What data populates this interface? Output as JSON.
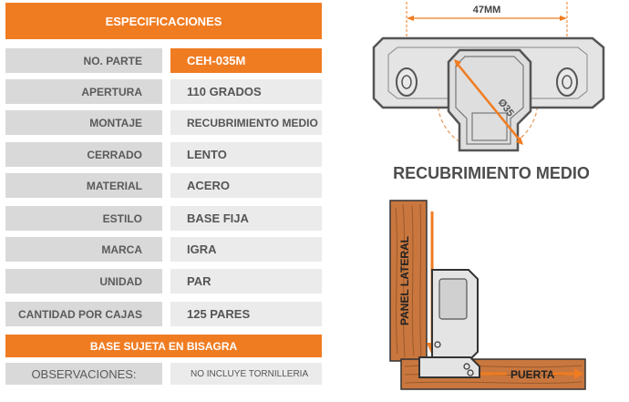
{
  "spec_table": {
    "header": "ESPECIFICACIONES",
    "rows": [
      {
        "label": "NO. PARTE",
        "value": "CEH-035M"
      },
      {
        "label": "APERTURA",
        "value": "110 GRADOS"
      },
      {
        "label": "MONTAJE",
        "value": "RECUBRIMIENTO MEDIO"
      },
      {
        "label": "CERRADO",
        "value": "LENTO"
      },
      {
        "label": "MATERIAL",
        "value": "ACERO"
      },
      {
        "label": "ESTILO",
        "value": "BASE FIJA"
      },
      {
        "label": "MARCA",
        "value": "IGRA"
      },
      {
        "label": "UNIDAD",
        "value": "PAR"
      },
      {
        "label": "CANTIDAD POR CAJAS",
        "value": "125 PARES"
      }
    ],
    "footer_banner": "BASE SUJETA EN BISAGRA",
    "observations": {
      "label": "OBSERVACIONES:",
      "value": "NO INCLUYE TORNILLERIA"
    }
  },
  "diagram": {
    "dimension_label": "47MM",
    "cup_label": "Ø35",
    "title": "RECUBRIMIENTO MEDIO",
    "side_panel_label": "PANEL LATERAL",
    "door_label": "PUERTA"
  },
  "colors": {
    "accent": "#f07c22",
    "label_bg": "#d9d9d9",
    "value_bg": "#ebebeb",
    "wood": "#c9773e"
  }
}
